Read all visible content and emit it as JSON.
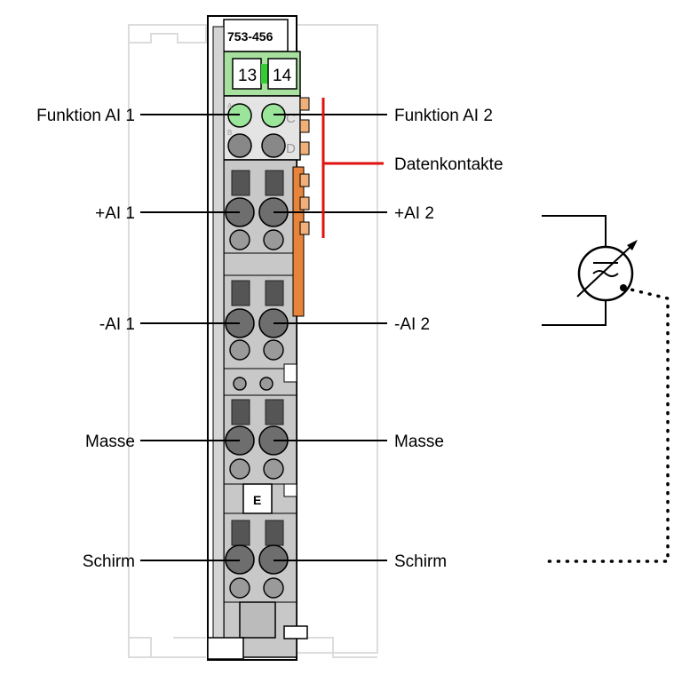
{
  "module": {
    "part_number": "753-456",
    "terminal_labels": [
      "13",
      "14"
    ],
    "led_letters": [
      "A",
      "C",
      "B",
      "D"
    ],
    "marker_letter": "E"
  },
  "labels_left": {
    "funktion": "Funktion AI 1",
    "plus": "+AI 1",
    "minus": "-AI 1",
    "masse": "Masse",
    "schirm": "Schirm"
  },
  "labels_right": {
    "funktion": "Funktion AI 2",
    "plus": "+AI 2",
    "minus": "-AI 2",
    "masse": "Masse",
    "schirm": "Schirm"
  },
  "datenkontakte": "Datenkontakte",
  "colors": {
    "body_grey": "#c8c8c8",
    "green_header": "#a8e0a0",
    "led_green": "#9be59a",
    "orange": "#e8843a",
    "red": "#e01010"
  }
}
